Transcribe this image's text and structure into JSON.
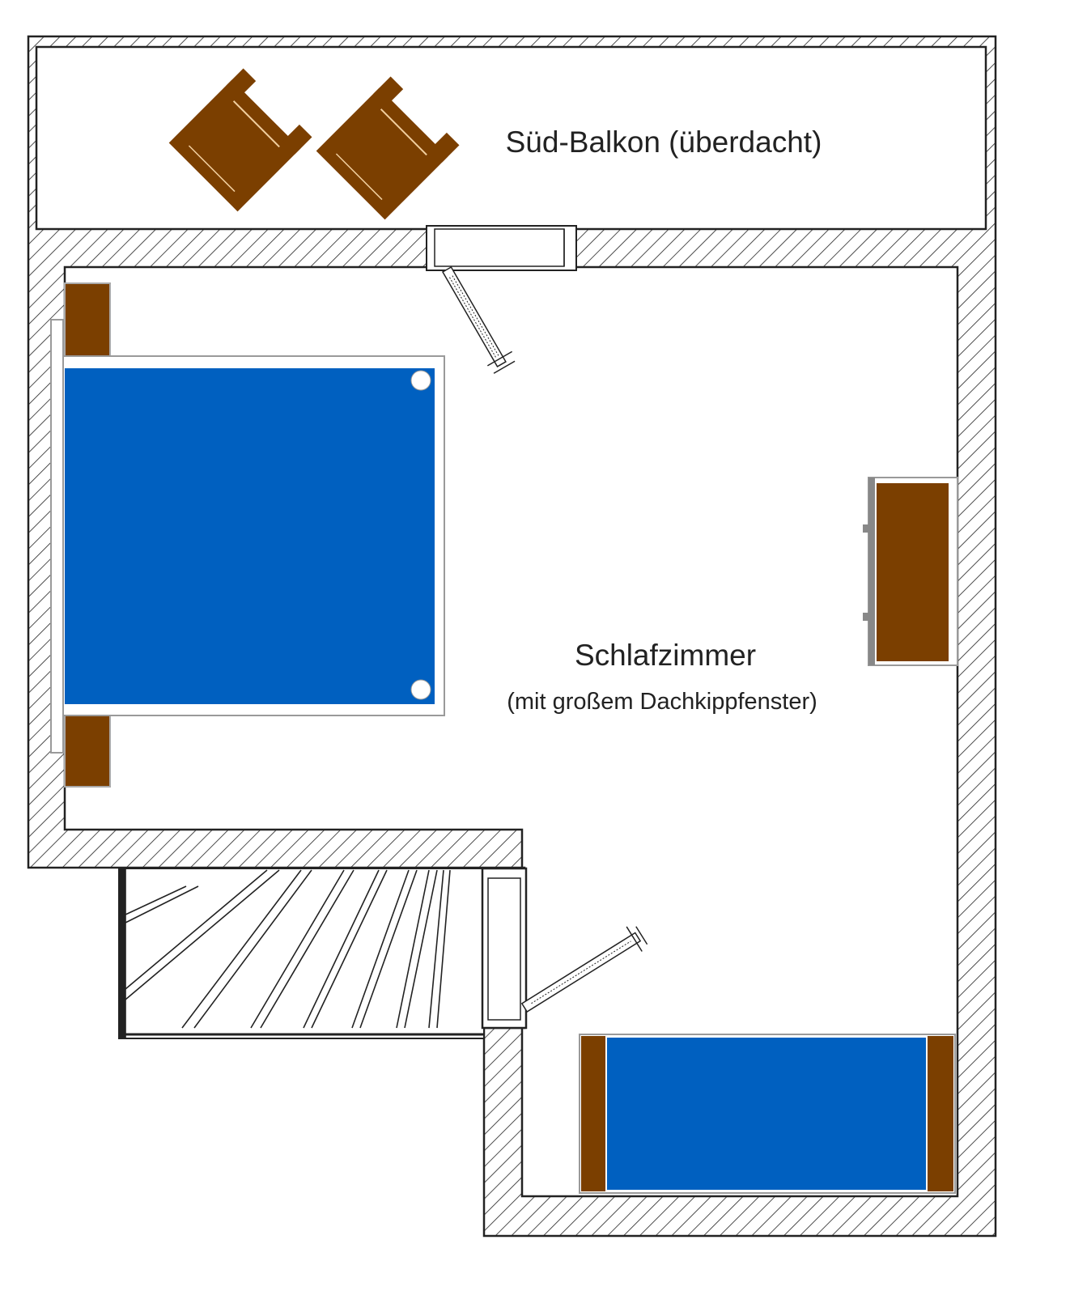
{
  "labels": {
    "balcony": "Süd-Balkon (überdacht)",
    "room": "Schlafzimmer",
    "room_note": "(mit großem Dachkippfenster)"
  },
  "colors": {
    "wood": "#7B3F00",
    "bed_blue": "#0060C0",
    "line": "#222222",
    "frame_gray": "#9a9a9a"
  }
}
